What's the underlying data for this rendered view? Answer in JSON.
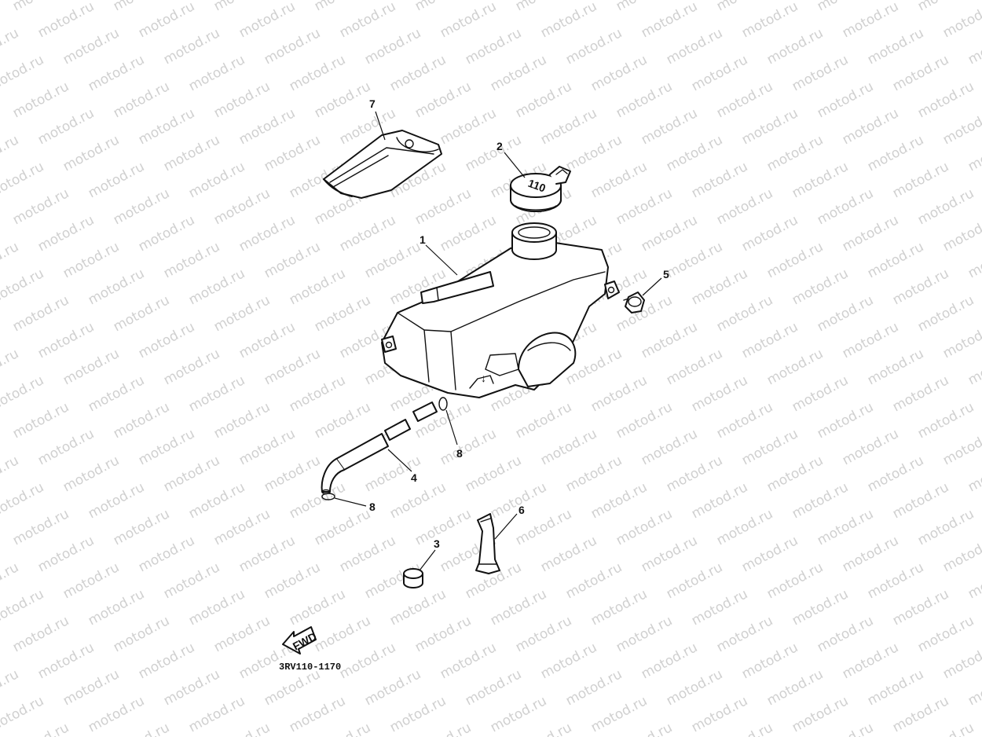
{
  "watermark": {
    "text": "motod.ru"
  },
  "diagram": {
    "part_code": "3RV110-1170",
    "fwd_label": "FWD",
    "cap_marking": "110",
    "callouts": [
      {
        "id": "1",
        "label": "1"
      },
      {
        "id": "2",
        "label": "2"
      },
      {
        "id": "3",
        "label": "3"
      },
      {
        "id": "4",
        "label": "4"
      },
      {
        "id": "5",
        "label": "5"
      },
      {
        "id": "6",
        "label": "6"
      },
      {
        "id": "7",
        "label": "7"
      },
      {
        "id": "8a",
        "label": "8"
      },
      {
        "id": "8b",
        "label": "8"
      }
    ]
  }
}
